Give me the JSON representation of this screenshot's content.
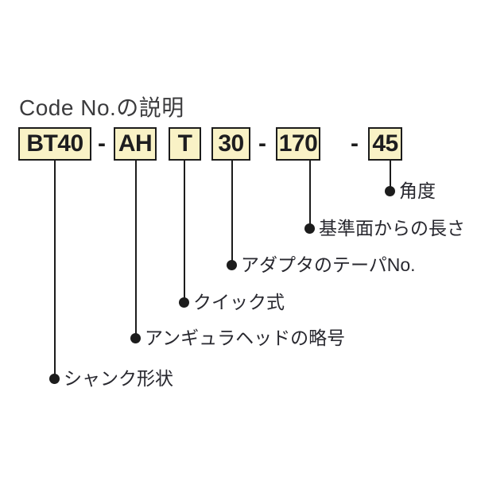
{
  "title": "Code No.の説明",
  "separator": "-",
  "segments": [
    {
      "code": "BT40",
      "meaning": "シャンク形状"
    },
    {
      "code": "AH",
      "meaning": "アンギュラヘッドの略号"
    },
    {
      "code": "T",
      "meaning": "クイック式"
    },
    {
      "code": "30",
      "meaning": "アダプタのテーパNo."
    },
    {
      "code": "170",
      "meaning": "基準面からの長さ"
    },
    {
      "code": "45",
      "meaning": "角度"
    }
  ],
  "colors": {
    "box_fill": "#f9f2c6",
    "box_border": "#1c1c1c",
    "line": "#1c1c1c",
    "title_text": "#3b3b3d",
    "label_text": "#28282f",
    "background": "#ffffff"
  }
}
